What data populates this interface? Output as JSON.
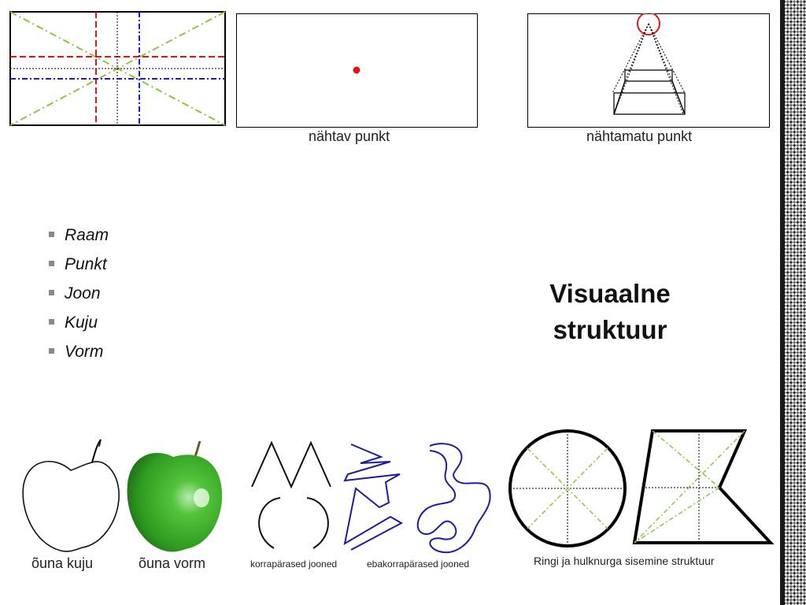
{
  "captions": {
    "visible_point": "nähtav punkt",
    "invisible_point": "nähtamatu punkt",
    "apple_shape": "õuna kuju",
    "apple_form": "õuna vorm",
    "regular_lines": "korrapärased jooned",
    "irregular_lines": "ebakorrapärased jooned",
    "circle_polygon": "Ringi ja hulknurga sisemine struktuur"
  },
  "bullets": [
    "Raam",
    "Punkt",
    "Joon",
    "Kuju",
    "Vorm"
  ],
  "title": {
    "line1": "Visuaalne",
    "line2": "struktuur"
  },
  "colors": {
    "red": "#e0161b",
    "blue": "#1a1ad6",
    "green_dash": "#8cc63f",
    "navy": "#1c1c9e",
    "apple_green": "#3fae2a"
  }
}
